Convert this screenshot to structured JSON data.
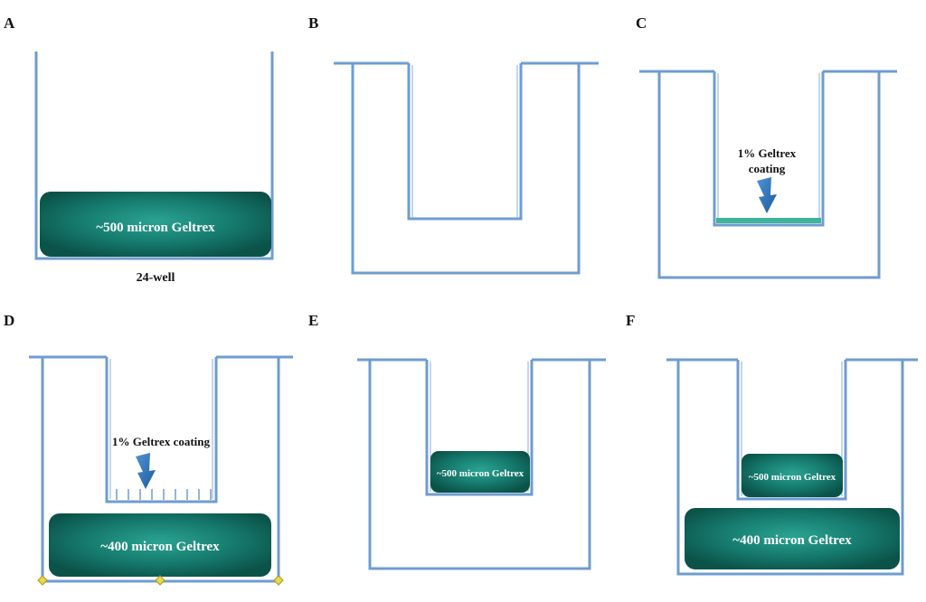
{
  "panels": {
    "A": {
      "label": "A",
      "gel_label": "~500 micron Geltrex",
      "caption": "24-well"
    },
    "B": {
      "label": "B"
    },
    "C": {
      "label": "C",
      "note_line1": "1% Geltrex",
      "note_line2": "coating"
    },
    "D": {
      "label": "D",
      "note": "1% Geltrex coating",
      "gel_label": "~400 micron Geltrex"
    },
    "E": {
      "label": "E",
      "gel_label": "~500 micron Geltrex"
    },
    "F": {
      "label": "F",
      "gel_label_top": "~500 micron Geltrex",
      "gel_label_bottom": "~400 micron Geltrex"
    }
  },
  "colors": {
    "wall": "#6f9ccf",
    "gel_dark": "#0e5f55",
    "gel_light": "#2aa393",
    "coating": "#3fb39b",
    "arrow": "#2a6fb5"
  },
  "icons": {
    "arrow": "down-arrow-icon",
    "membrane_marker": "diamond-marker-icon"
  }
}
